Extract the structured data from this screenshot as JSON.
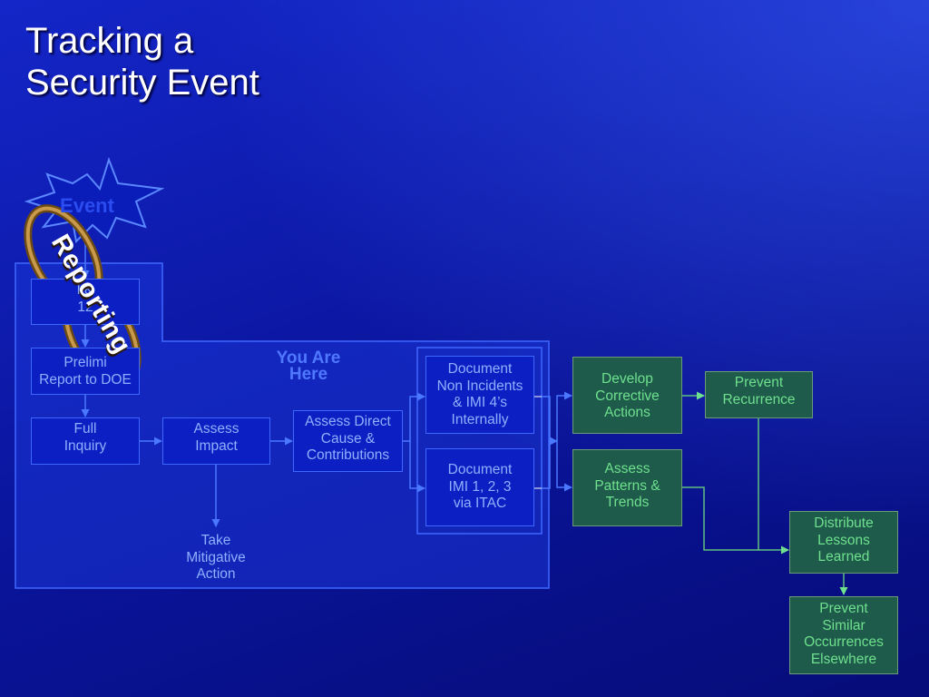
{
  "title": {
    "line1": "Tracking a",
    "line2": "Security Event"
  },
  "event_label": "Event",
  "reporting_label": "Reporting",
  "you_are_here": {
    "line1": "You Are",
    "line2": "Here"
  },
  "nodes": {
    "identify": "I      &\n       12",
    "preliminary": "Prelimi\nReport to DOE",
    "full_inquiry": "Full\nInquiry",
    "assess_impact": "Assess\nImpact",
    "assess_direct": "Assess Direct\nCause &\nContributions",
    "doc_non_incidents": "Document\nNon Incidents\n& IMI 4’s\nInternally",
    "doc_imi": "Document\nIMI 1, 2, 3\nvia ITAC",
    "take_mitigative": "Take\nMitigative\nAction",
    "develop_corrective": "Develop\nCorrective\nActions",
    "prevent_recurrence": "Prevent\nRecurrence",
    "assess_patterns": "Assess\nPatterns &\nTrends",
    "distribute_lessons": "Distribute\nLessons\nLearned",
    "prevent_similar": "Prevent\nSimilar\nOccurrences\nElsewhere"
  },
  "colors": {
    "background": "#0b18a8",
    "blue_box_fill": "#0c1fc2",
    "blue_box_border": "#3f68ff",
    "blue_text": "#8fb0ff",
    "green_box_fill": "#1e5b4a",
    "green_text": "#6ee08e",
    "chain_gold": "#b8892e"
  }
}
